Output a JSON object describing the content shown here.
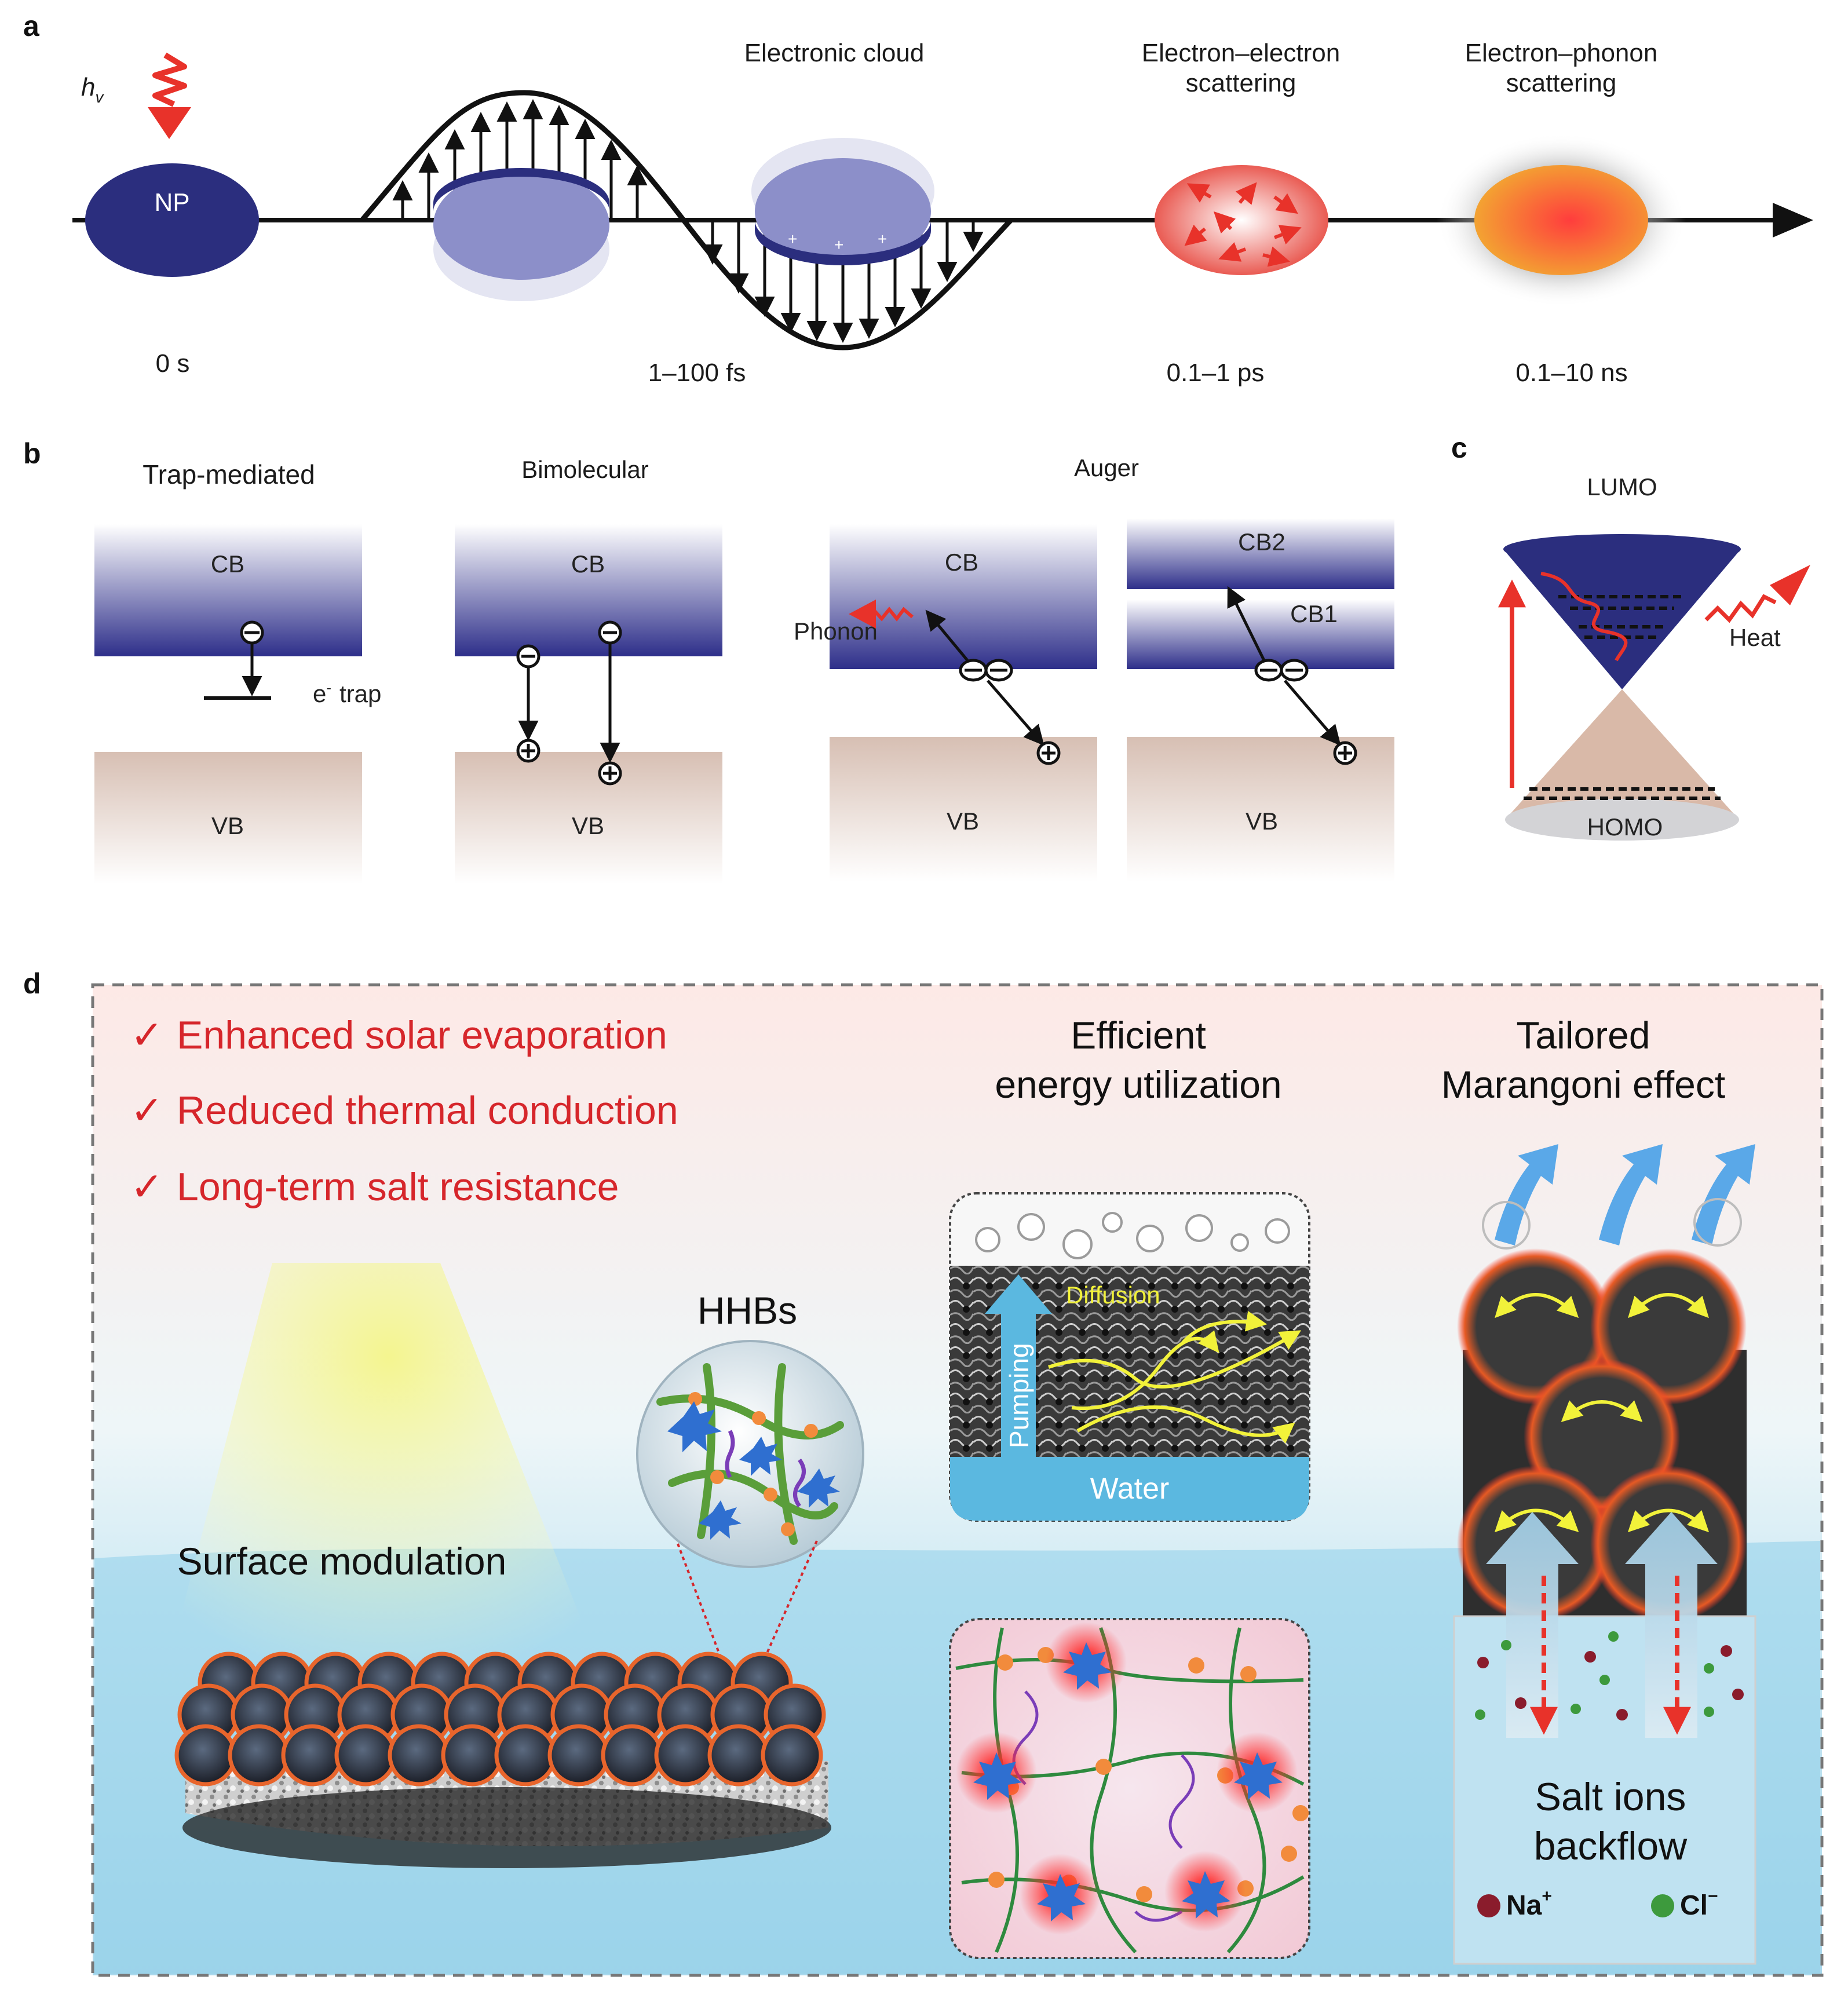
{
  "panel_a": {
    "label": "a",
    "photon": "h",
    "photon_sub": "v",
    "np_label": "NP",
    "stages": [
      "Electronic cloud",
      "Electron–electron",
      "scattering",
      "Electron–phonon",
      "scattering"
    ],
    "times": [
      "0 s",
      "1–100 fs",
      "0.1–1 ps",
      "0.1–10 ns"
    ]
  },
  "panel_b": {
    "label": "b",
    "mechanisms": [
      "Trap-mediated",
      "Bimolecular",
      "Auger"
    ],
    "cb": "CB",
    "vb": "VB",
    "cb1": "CB1",
    "cb2": "CB2",
    "trap": "e",
    "trap_sup": "-",
    "trap_word": "trap",
    "phonon": "Phonon"
  },
  "panel_c": {
    "label": "c",
    "lumo": "LUMO",
    "homo": "HOMO",
    "heat": "Heat"
  },
  "panel_d": {
    "label": "d",
    "checks": [
      "Enhanced solar evaporation",
      "Reduced thermal conduction",
      "Long-term salt resistance"
    ],
    "check_mark": "✓",
    "hhbs": "HHBs",
    "surface": "Surface modulation",
    "efficient_1": "Efficient",
    "efficient_2": "energy utilization",
    "tailored_1": "Tailored",
    "tailored_2": "Marangoni effect",
    "diffusion": "Diffusion",
    "pumping": "Pumping",
    "water": "Water",
    "salt_1": "Salt ions",
    "salt_2": "backflow",
    "na": "Na",
    "na_sup": "+",
    "cl": "Cl",
    "cl_sup": "−"
  },
  "colors": {
    "navy": "#2b2e7e",
    "red": "#e8322a",
    "check_red": "#d6262b",
    "water_blue": "#5bb8e0"
  }
}
